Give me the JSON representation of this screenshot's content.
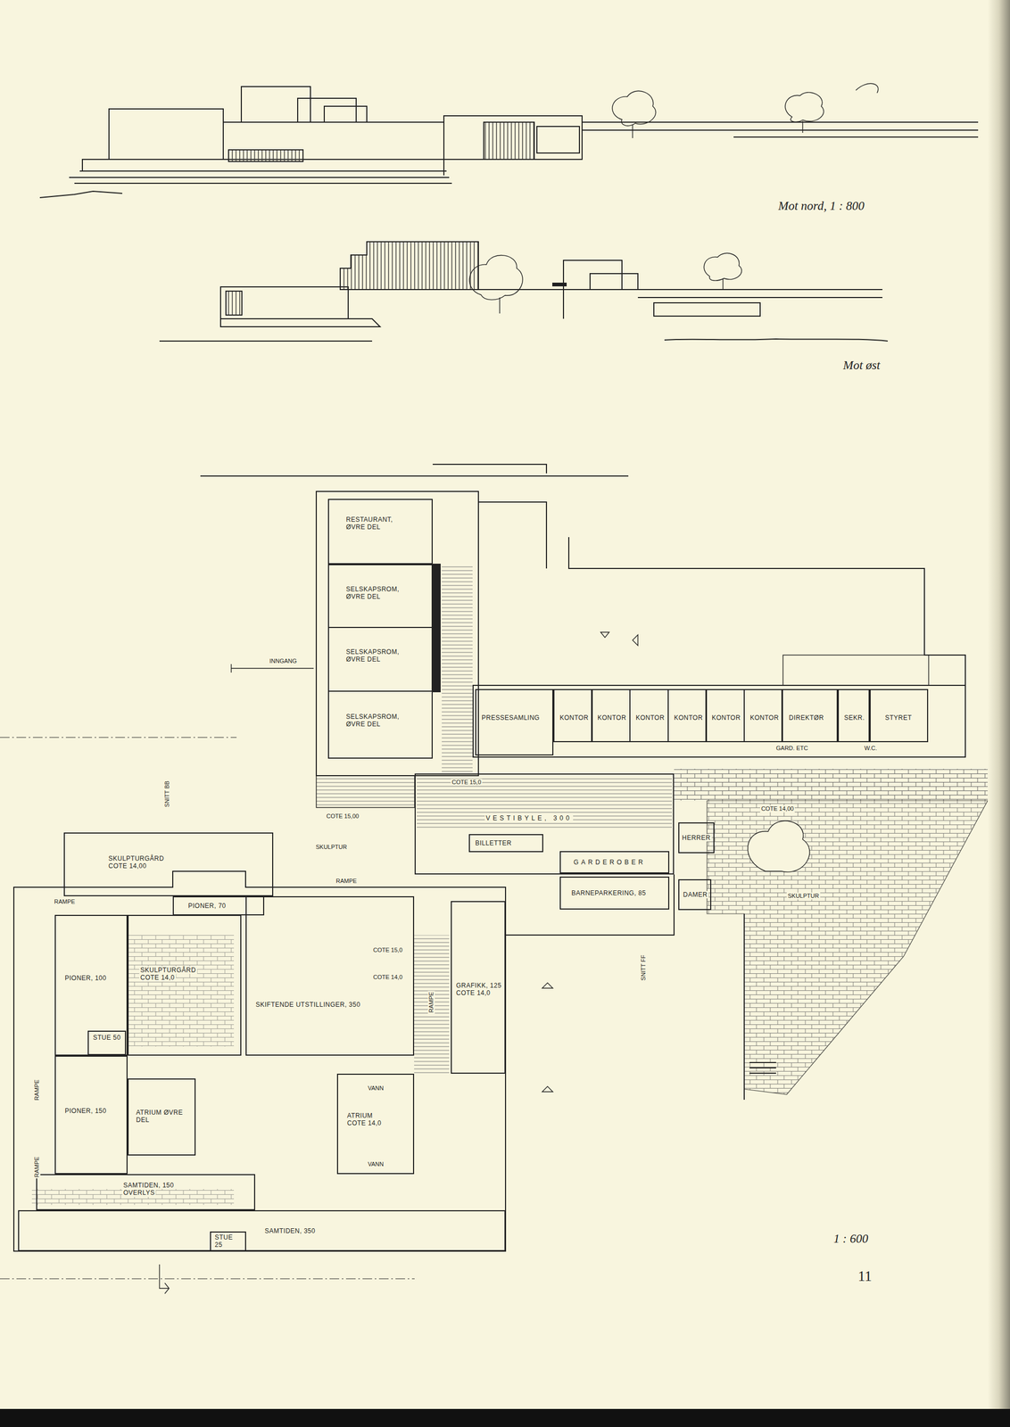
{
  "diagram": {
    "nodes": [
      {
        "text": [
          "RESTAURANT, ØVRE DEL"
        ]
      },
      {
        "text": [
          "SELSKAPSROM, ØVRE DEL"
        ]
      },
      {
        "text": [
          "SELSKAPSROM, ØVRE DEL"
        ]
      },
      {
        "text": [
          "SELSKAPSROM, ØVRE DEL"
        ]
      },
      {
        "text": [
          "PRESSESAMLING"
        ]
      },
      {
        "text": [
          "KONTOR"
        ]
      },
      {
        "text": [
          "KONTOR"
        ]
      },
      {
        "text": [
          "KONTOR"
        ]
      },
      {
        "text": [
          "KONTOR"
        ]
      },
      {
        "text": [
          "KONTOR"
        ]
      },
      {
        "text": [
          "KONTOR"
        ]
      },
      {
        "text": [
          "DIREKTØR"
        ]
      },
      {
        "text": [
          "SEKR."
        ]
      },
      {
        "text": [
          "STYRET"
        ]
      },
      {
        "text": [
          "VESTIBYLE, 300"
        ]
      },
      {
        "text": [
          "BILLETTER"
        ],
        "in": 14
      },
      {
        "text": [
          "GARDEROBER"
        ],
        "in": 14
      },
      {
        "text": [
          "BARNEPARKERING, 85"
        ]
      },
      {
        "text": [
          "HERRER"
        ]
      },
      {
        "text": [
          "DAMER"
        ]
      },
      {
        "text": [
          "SKULPTURGÅRD",
          "COTE 14,00"
        ]
      },
      {
        "text": [
          "PIONER, 70"
        ]
      },
      {
        "text": [
          "PIONER, 100"
        ]
      },
      {
        "text": [
          "SKULPTURGÅRD",
          "COTE 14,0"
        ]
      },
      {
        "text": [
          "STUE 50"
        ],
        "in": 22
      },
      {
        "text": [
          "SKIFTENDE UTSTILLINGER, 350"
        ]
      },
      {
        "text": [
          "GRAFIKK, 125",
          "COTE 14,0"
        ]
      },
      {
        "text": [
          "PIONER, 150"
        ]
      },
      {
        "text": [
          "ATRIUM ØVRE DEL"
        ]
      },
      {
        "text": [
          "ATRIUM",
          "COTE 14,0"
        ]
      },
      {
        "text": [
          "SAMTIDEN, 150",
          "OVERLYS"
        ]
      },
      {
        "text": [
          "SAMTIDEN, 350"
        ]
      },
      {
        "text": [
          "STUE 25"
        ],
        "in": 31
      }
    ],
    "labels": [
      "Mot nord, 1 : 800",
      "Mot øst",
      "1 : 600",
      "11",
      "INNGANG",
      "SNITT BB",
      "COTE 15,0",
      "COTE 14,00",
      "GARD. ETC",
      "W.C.",
      "COTE 15,00",
      "SKULPTUR",
      "SKULPTUR",
      "RAMPE",
      "RAMPE",
      "COTE 15,0",
      "COTE 14,0",
      "RAMPE",
      "SNITT FF",
      "RAMPE",
      "RAMPE",
      "VANN",
      "VANN"
    ]
  }
}
